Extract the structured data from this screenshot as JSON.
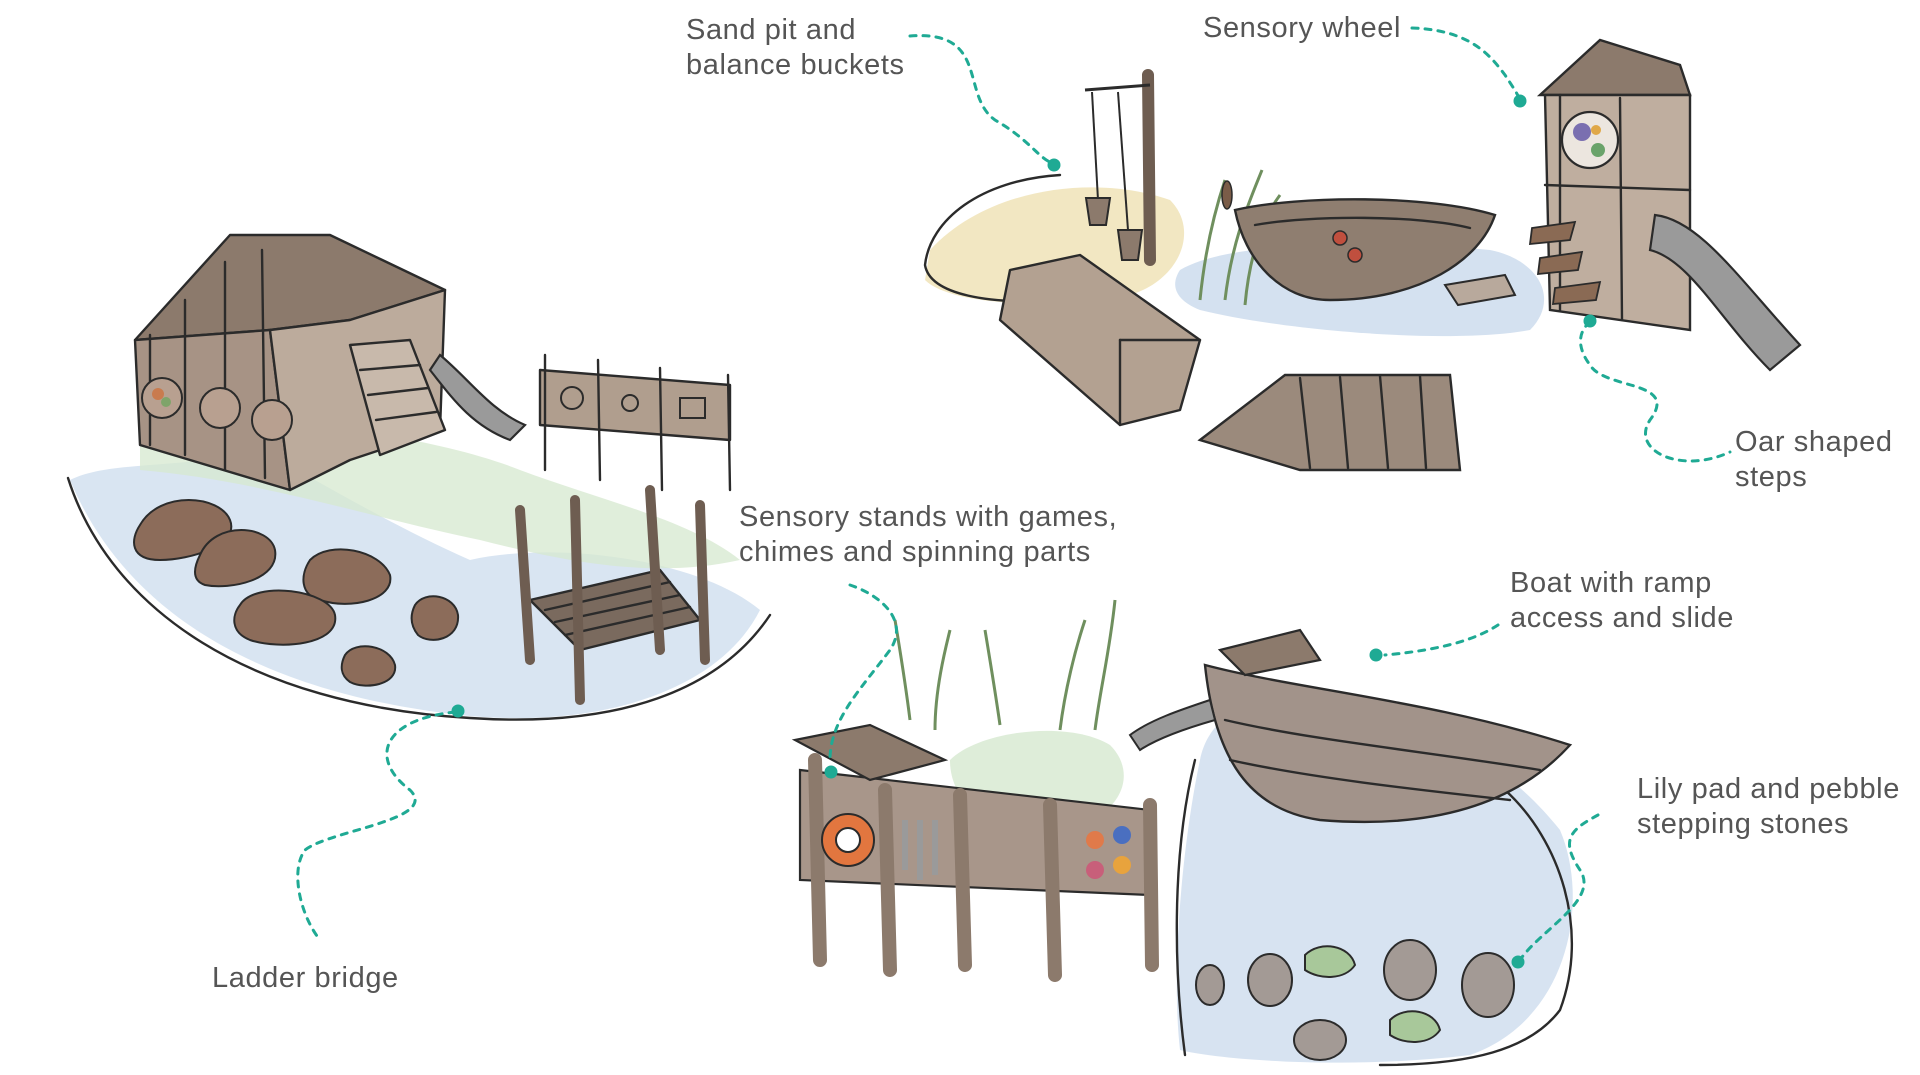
{
  "palette": {
    "accent": "#1faa94",
    "label_text": "#555555",
    "wood": "#8c7a6c",
    "wood_dark": "#6e5d51",
    "water": "#c9daec",
    "grass": "#d6e8cf",
    "sand": "#eedfae",
    "stone": "#a39a95"
  },
  "callouts": [
    {
      "id": "sand-pit",
      "text": "Sand pit and\nbalance buckets"
    },
    {
      "id": "sensory-wheel",
      "text": "Sensory wheel"
    },
    {
      "id": "oar-steps",
      "text": "Oar shaped\nsteps"
    },
    {
      "id": "sensory-stands",
      "text": "Sensory stands with games,\nchimes and spinning parts"
    },
    {
      "id": "boat-ramp",
      "text": "Boat with ramp\naccess and slide"
    },
    {
      "id": "lily-pad",
      "text": "Lily pad and pebble\nstepping stones"
    },
    {
      "id": "ladder-bridge",
      "text": "Ladder bridge"
    }
  ],
  "icons": [
    "playhouse-icon",
    "boat-icon",
    "slide-icon",
    "bucket-icon",
    "reed-icon",
    "stepping-stone-icon",
    "lily-pad-icon",
    "leader-dot-icon"
  ]
}
